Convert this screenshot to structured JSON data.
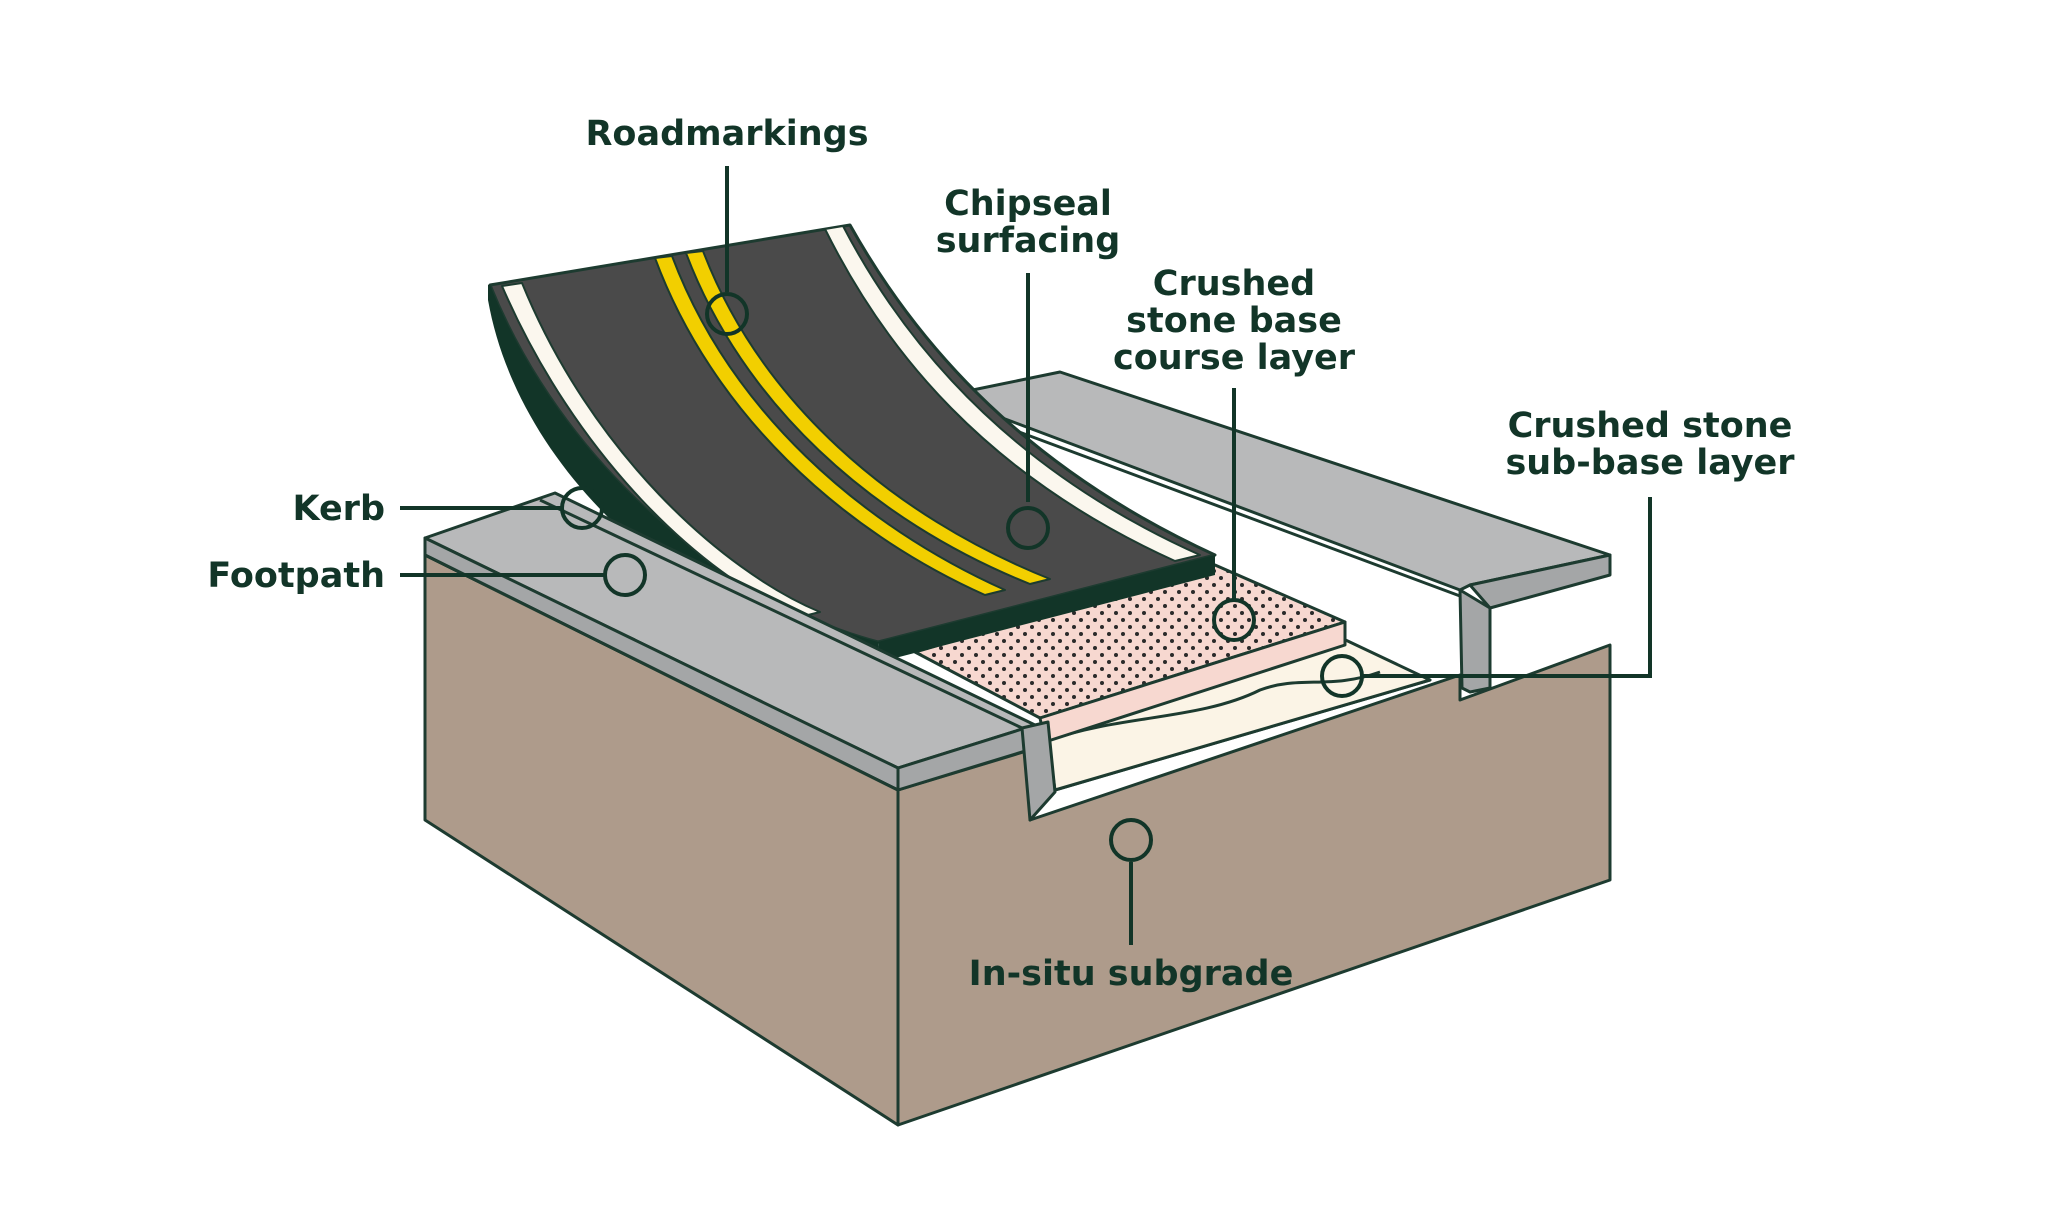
{
  "colors": {
    "outline": "#1d3b30",
    "label_text": "#123528",
    "subgrade": "#ae9b8b",
    "concrete_top": "#b8b9ba",
    "concrete_side": "#a4a6a7",
    "asphalt": "#4a4a4a",
    "asphalt_edge": "#123528",
    "road_edge_line": "#fbf7ee",
    "centre_line": "#f2cf00",
    "base_course": "#f7d8d0",
    "base_dots": "#2a2a2a",
    "sub_base": "#fbf4e6"
  },
  "labels": {
    "roadmarkings": "Roadmarkings",
    "chipseal_1": "Chipseal",
    "chipseal_2": "surfacing",
    "base_1": "Crushed",
    "base_2": "stone base",
    "base_3": "course layer",
    "subbase_1": "Crushed stone",
    "subbase_2": "sub-base layer",
    "kerb": "Kerb",
    "footpath": "Footpath",
    "subgrade": "In-situ subgrade"
  },
  "icons": {
    "marker": "circle-marker-icon"
  }
}
